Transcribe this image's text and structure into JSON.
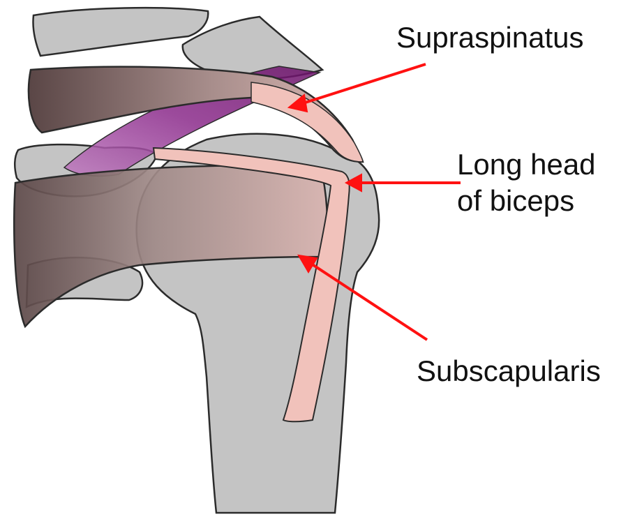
{
  "labels": {
    "supraspinatus": "Supraspinatus",
    "long_head_line1": "Long head",
    "long_head_line2": "of biceps",
    "subscapularis": "Subscapularis"
  },
  "colors": {
    "bone": "#c4c4c4",
    "outline": "#2b2b2b",
    "tendon": "#f1c2bb",
    "muscle_dark": "#5a4646",
    "muscle_light": "#d8b4b0",
    "ligament": "#7a1a78",
    "arrow": "#ff1111"
  }
}
